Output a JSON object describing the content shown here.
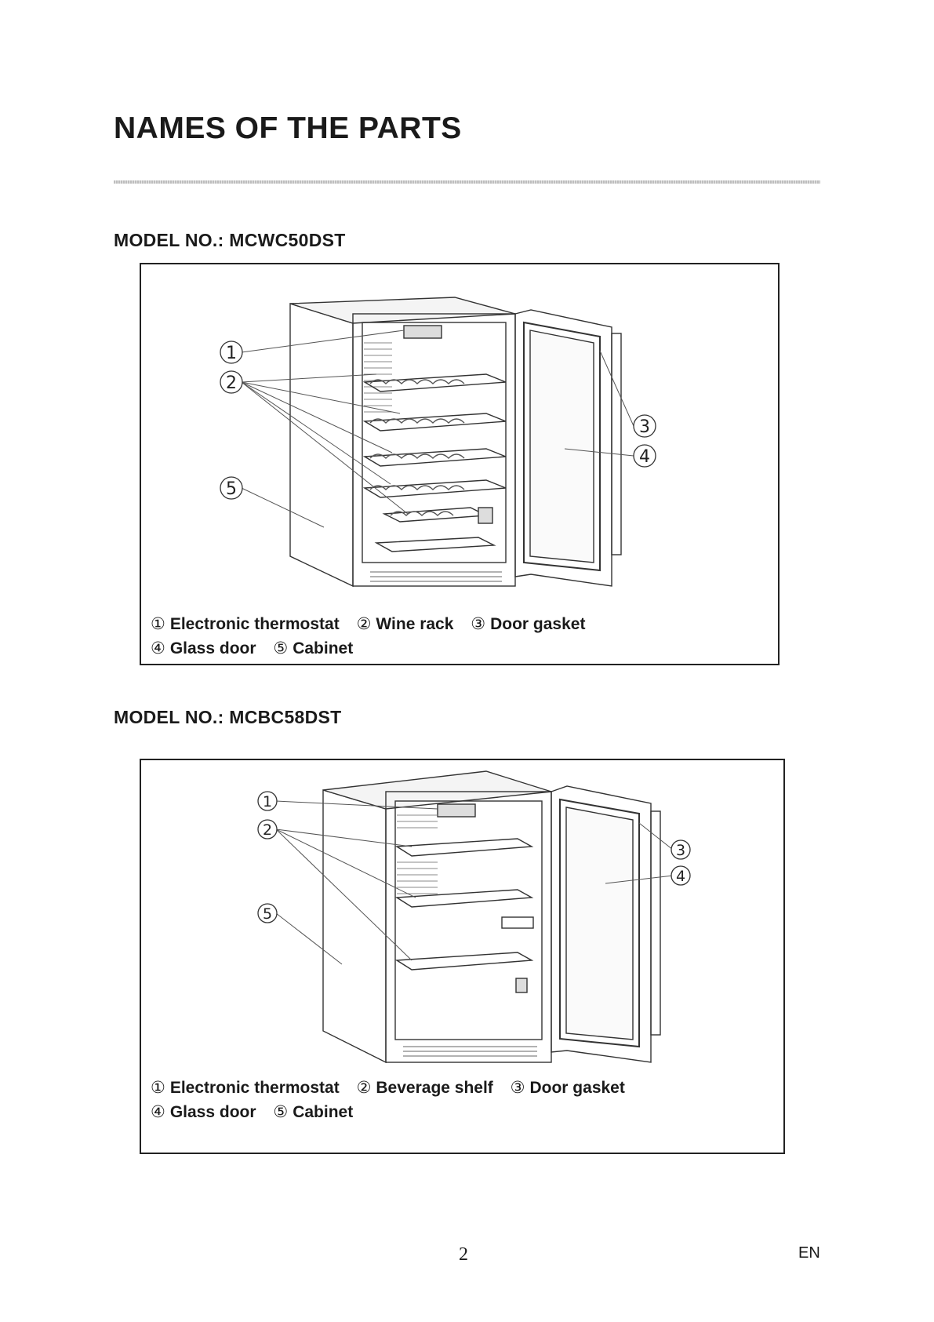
{
  "title": "NAMES OF THE PARTS",
  "models": [
    {
      "label": "MODEL NO.:  MCWC50DST",
      "callouts": [
        "1",
        "2",
        "3",
        "4",
        "5"
      ],
      "legend": [
        [
          {
            "num": "①",
            "text": "Electronic thermostat"
          },
          {
            "num": "②",
            "text": "Wine rack"
          },
          {
            "num": "③",
            "text": "Door gasket"
          }
        ],
        [
          {
            "num": "④",
            "text": "Glass door"
          },
          {
            "num": "⑤",
            "text": "Cabinet"
          }
        ]
      ]
    },
    {
      "label": "MODEL NO.:  MCBC58DST",
      "callouts": [
        "1",
        "2",
        "3",
        "4",
        "5"
      ],
      "legend": [
        [
          {
            "num": "①",
            "text": "Electronic thermostat"
          },
          {
            "num": "②",
            "text": "Beverage shelf"
          },
          {
            "num": "③",
            "text": "Door gasket"
          }
        ],
        [
          {
            "num": "④",
            "text": "Glass door"
          },
          {
            "num": "⑤",
            "text": "Cabinet"
          }
        ]
      ]
    }
  ],
  "footer": {
    "page_number": "2",
    "language": "EN"
  }
}
